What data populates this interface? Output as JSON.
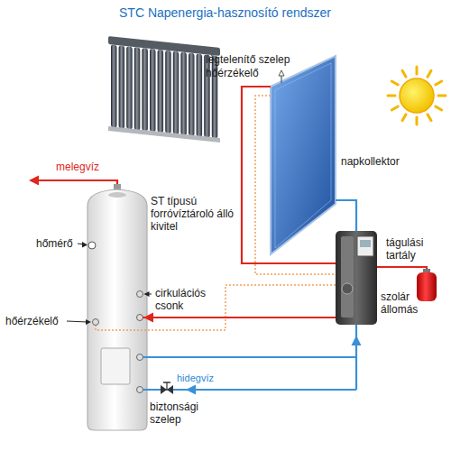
{
  "diagram": {
    "title": "STC Napenergia-hasznosító rendszer",
    "labels": [
      "légtelenítő szelep",
      "hőérzékelő",
      "napkollektor",
      "melegvíz",
      "ST típusú forróvíztároló álló kivitel",
      "hőmérő",
      "tágulási tartály",
      "cirkulációs csonk",
      "szolár állomás",
      "hőérzékelő",
      "hidegvíz",
      "biztonsági szelep"
    ]
  }
}
